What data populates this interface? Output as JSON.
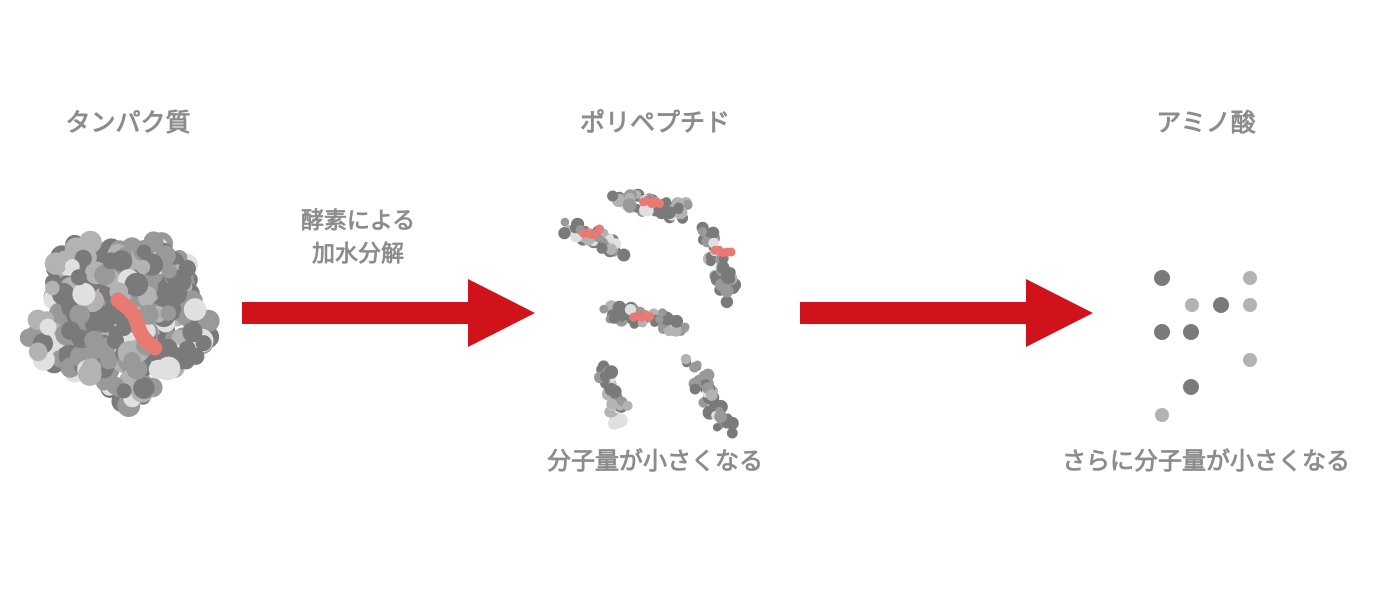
{
  "stages": [
    {
      "title": "タンパク質"
    },
    {
      "title": "ポリペプチド",
      "caption": "分子量が小さくなる"
    },
    {
      "title": "アミノ酸",
      "caption": "さらに分子量が小さくなる"
    }
  ],
  "process": {
    "line1": "酵素による",
    "line2": "加水分解"
  },
  "colors": {
    "arrow": "#d0121b",
    "text": "#8c8c8c",
    "atom_dark": "#7a7a7a",
    "atom_mid": "#999999",
    "atom_light": "#b3b3b3",
    "atom_lightest": "#e0e0e0",
    "highlight": "#e87a73"
  }
}
